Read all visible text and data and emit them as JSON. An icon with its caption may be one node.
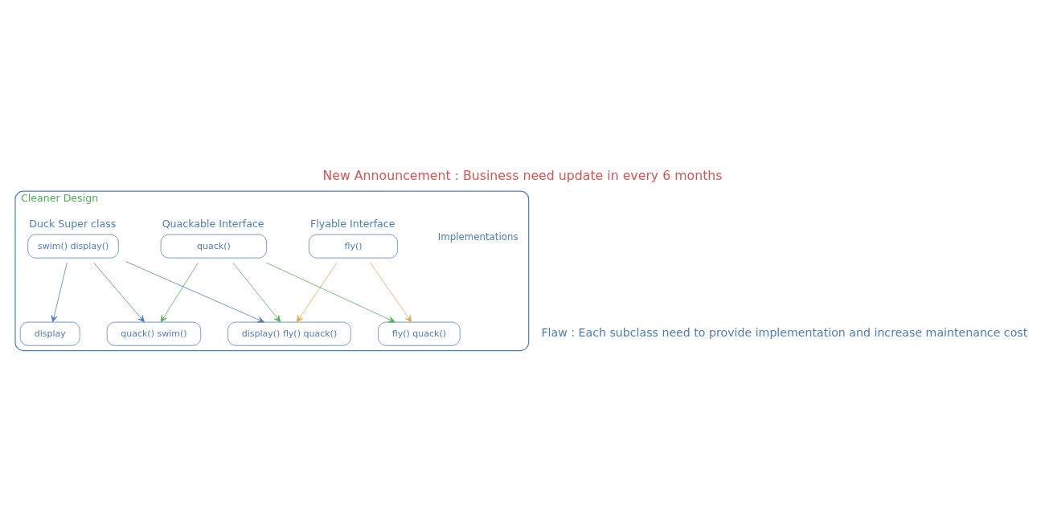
{
  "diagram": {
    "title": "New Announcement : Business need update in every 6 months",
    "caption": "Flaw : Each subclass need to provide implementation and increase maintenance cost",
    "nodes": [
      {
        "text": [
          "Cleaner Design"
        ]
      },
      {
        "text": [
          "Flyable Interface",
          "fly()"
        ],
        "in": 0
      },
      {
        "text": [
          "Quackable Interface",
          "quack()"
        ],
        "in": 0
      },
      {
        "text": [
          "Duck Super class",
          "swim() display()"
        ],
        "in": 0
      },
      {
        "text": [
          "display() fly() quack()"
        ],
        "in": 0
      },
      {
        "text": [
          "fly() quack()"
        ],
        "in": 0
      },
      {
        "text": [
          "quack() swim()"
        ],
        "in": 0
      },
      {
        "text": [
          "display"
        ],
        "in": 0
      }
    ],
    "edges": [
      {
        "from": 1,
        "to": 4,
        "arrow": "to",
        "color": "#e8a23a"
      },
      {
        "from": 1,
        "to": 5,
        "arrow": "to",
        "color": "#e8a23a"
      },
      {
        "from": 2,
        "to": 4,
        "arrow": "to",
        "color": "#4caf50"
      },
      {
        "from": 2,
        "to": 5,
        "arrow": "to",
        "color": "#4caf50"
      },
      {
        "from": 2,
        "to": 6,
        "arrow": "to",
        "color": "#4caf50"
      },
      {
        "from": 3,
        "to": 4,
        "arrow": "to",
        "color": "#4a7cc4"
      },
      {
        "from": 3,
        "to": 6,
        "arrow": "to",
        "color": "#4a7cc4"
      },
      {
        "from": 3,
        "to": 7,
        "arrow": "to",
        "color": "#4a7cc4"
      }
    ],
    "labels": [
      "Implementations"
    ]
  }
}
